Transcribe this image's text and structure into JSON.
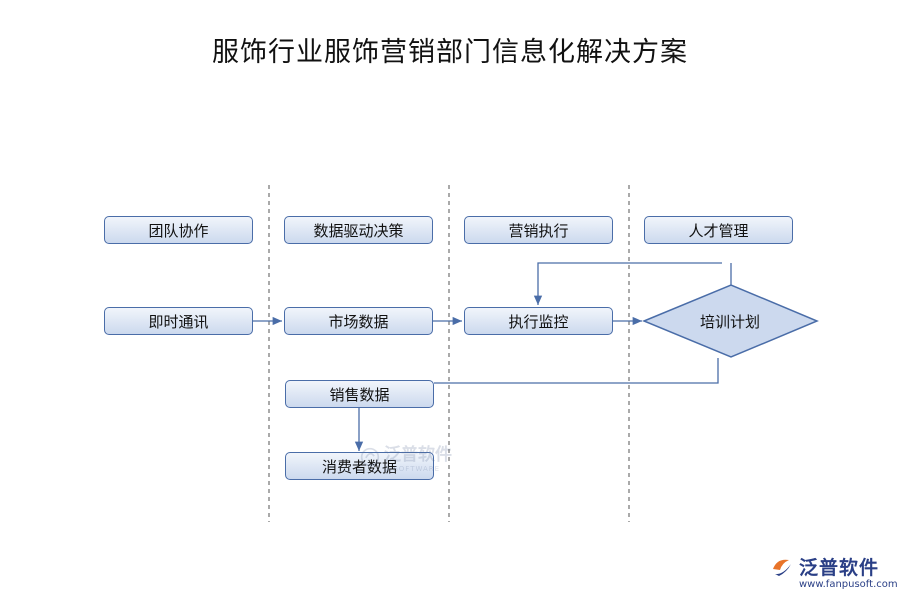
{
  "title": "服饰行业服饰营销部门信息化解决方案",
  "columns": {
    "headers": [
      "团队协作",
      "数据驱动决策",
      "营销执行",
      "人才管理"
    ]
  },
  "nodes": {
    "im": "即时通讯",
    "market_data": "市场数据",
    "exec_monitor": "执行监控",
    "training_plan": "培训计划",
    "sales_data": "销售数据",
    "consumer_data": "消费者数据"
  },
  "watermark": {
    "text": "泛普软件",
    "subtext": "U SOFTWARE"
  },
  "brand": {
    "name": "泛普软件",
    "url": "www.fanpusoft.com",
    "color": "#2a3f86",
    "accent": "#e8742a"
  },
  "colors": {
    "node_border": "#4a6da8",
    "node_fill_top": "#f1f5fb",
    "node_fill_bottom": "#ccd9ee",
    "line": "#4a6da8",
    "divider": "#555555"
  }
}
